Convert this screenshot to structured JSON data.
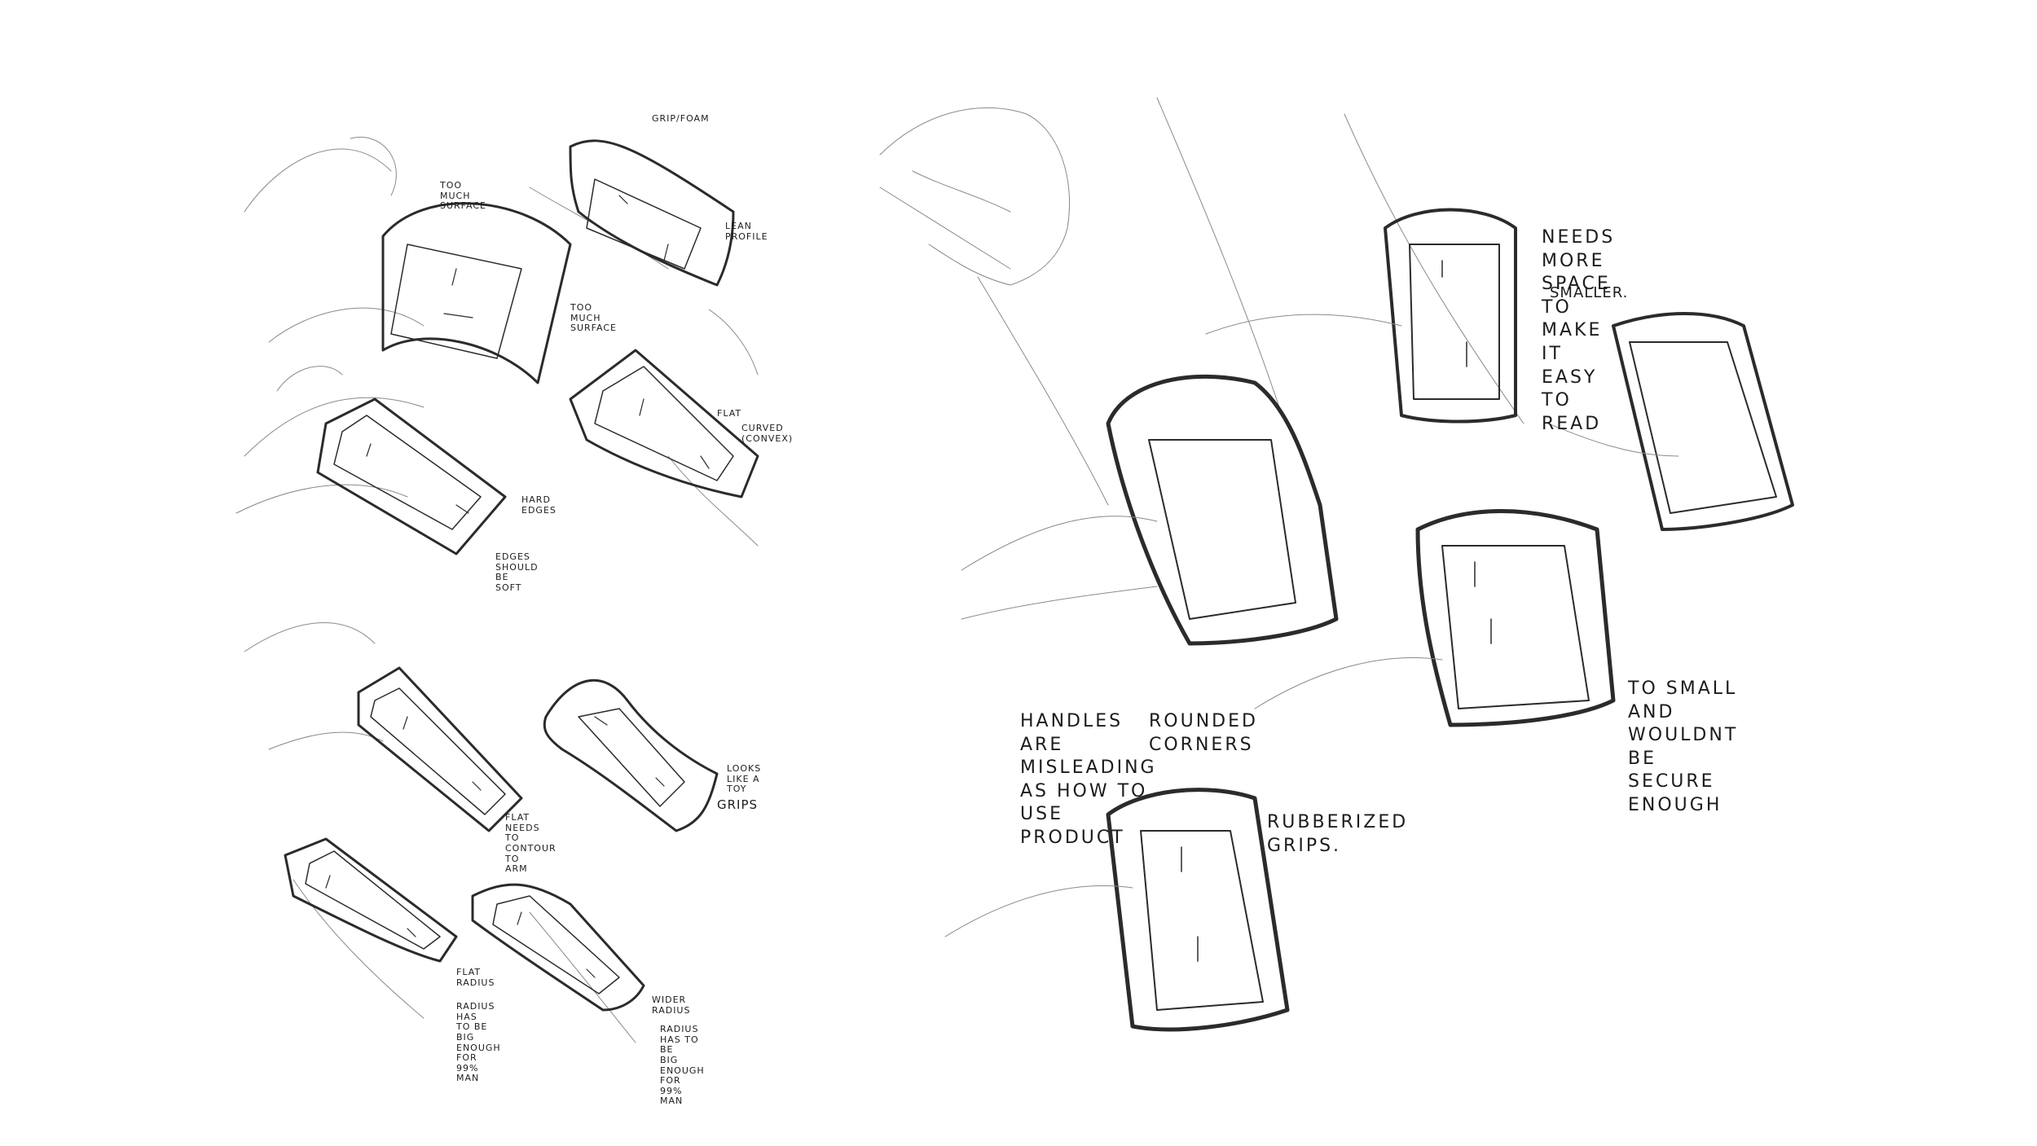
{
  "left_sheet": {
    "notes": {
      "grip_foam": "GRIP/FOAM",
      "lean_profile": "LEAN\nPROFILE",
      "too_much_surface_top": "TOO MUCH\nSURFACE",
      "too_much_surface_mid": "TOO\nMUCH\nSURFACE",
      "flat": "FLAT",
      "curved_convex": "CURVED\n(CONVEX)",
      "hard_edges": "HARD\nEDGES",
      "edges_soft": "EDGES SHOULD\nBE SOFT",
      "flat_contour": "FLAT\nNEEDS TO\nCONTOUR TO\nARM",
      "looks_like_toy": "LOOKS LIKE A\nTOY",
      "grips": "GRIPS",
      "flat_radius": "FLAT\nRADIUS",
      "radius_big_enough": "RADIUS HAS\nTO BE BIG ENOUGH\nFOR 99% MAN",
      "wider_radius": "WIDER\nRADIUS",
      "radius_wider_big": "RADIUS HAS TO BE\nBIG ENOUGH FOR 99% MAN"
    }
  },
  "right_sheet": {
    "notes": {
      "needs_more_space": "NEEDS MORE SPACE\nTO MAKE IT EASY TO READ",
      "smaller": "SMALLER.",
      "handles_misleading": "HANDLES ARE\nMISLEADING\nAS HOW TO\nUSE PRODUCT",
      "rounded_corners": "ROUNDED\nCORNERS",
      "too_small": "TO SMALL\nAND WOULDNT\nBE SECURE\nENOUGH",
      "rubberized_grips": "RUBBERIZED\nGRIPS."
    }
  }
}
